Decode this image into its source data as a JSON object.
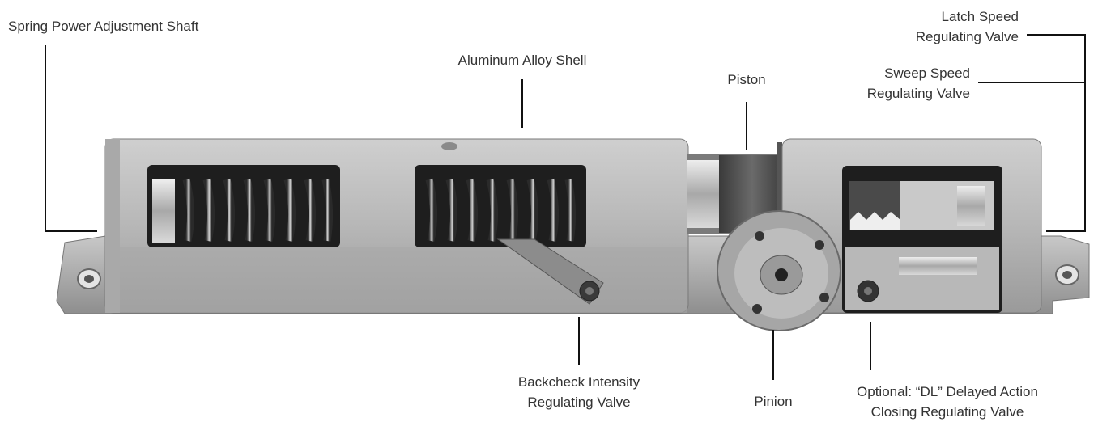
{
  "labels": {
    "spring_power": "Spring Power Adjustment Shaft",
    "aluminum_shell": "Aluminum Alloy Shell",
    "piston": "Piston",
    "latch_speed": [
      "Latch Speed",
      "Regulating Valve"
    ],
    "sweep_speed": [
      "Sweep Speed",
      "Regulating Valve"
    ],
    "backcheck": [
      "Backcheck Intensity",
      "Regulating Valve"
    ],
    "pinion": "Pinion",
    "delayed_action": [
      "Optional: “DL” Delayed Action",
      "Closing Regulating Valve"
    ]
  }
}
